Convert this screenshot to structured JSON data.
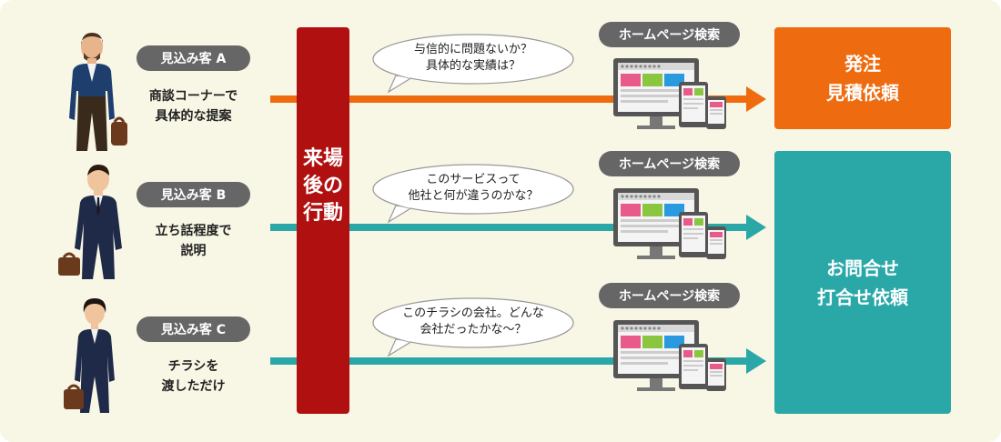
{
  "prospects": [
    {
      "label": "見込み客 A",
      "description": "商談コーナーで\n具体的な提案",
      "color": "#ee6b10"
    },
    {
      "label": "見込み客 B",
      "description": "立ち話程度で\n説明",
      "color": "#2aa8a8"
    },
    {
      "label": "見込み客 C",
      "description": "チラシを\n渡しただけ",
      "color": "#2aa8a8"
    }
  ],
  "center_bar": {
    "label": "来場後の行動",
    "color": "#b01010"
  },
  "thoughts": [
    "与信的に問題ないか？\n具体的な実績は？",
    "このサービスって\n他社と何が違うのかな？",
    "このチラシの会社。どんな\n会社だったかな〜？"
  ],
  "search_label": "ホームページ検索",
  "outcomes": {
    "order": {
      "text": "発注\n見積依頼",
      "color": "#ee6b10"
    },
    "inquiry": {
      "text": "お問合せ\n打合せ依頼",
      "color": "#2aa8a8"
    }
  }
}
